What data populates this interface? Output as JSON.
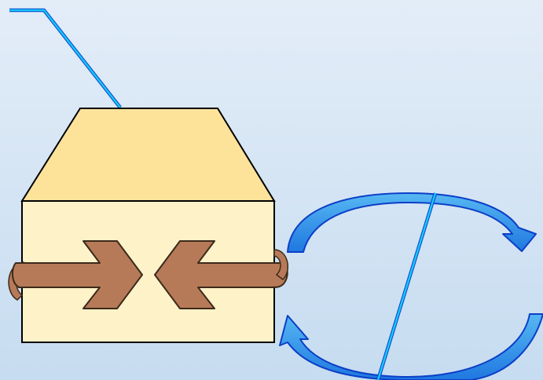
{
  "diagram": {
    "colors": {
      "background_top": "#e3edf8",
      "background_bottom": "#c6dcf0",
      "roof_fill": "#fde39a",
      "box_fill": "#fef2c9",
      "outline": "#000000",
      "arrow_fill": "#b77a58",
      "arrow_outline": "#3c2a1a",
      "cycle_arrow_fill": "#2f9ae6",
      "cycle_arrow_dark": "#0c3fc8",
      "leader_line": "#15c8f4",
      "leader_line_dark": "#0a3ed2"
    },
    "elements": {
      "roof": "trapezoid-roof",
      "box": "box-body",
      "arrows": [
        "arrow-pointing-right",
        "arrow-pointing-left"
      ],
      "cycle": [
        "cycle-arrow-top",
        "cycle-arrow-bottom"
      ],
      "leaders": [
        "leader-line-roof",
        "leader-line-cycle"
      ]
    }
  }
}
